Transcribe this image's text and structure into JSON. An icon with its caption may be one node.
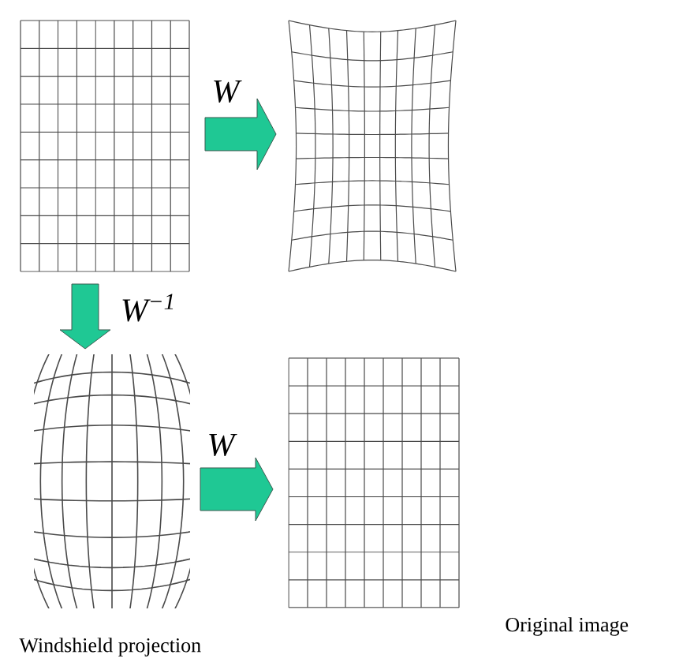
{
  "diagram": {
    "nodes": [
      {
        "text": [],
        "shape": "picture"
      },
      {
        "text": [],
        "shape": "picture"
      },
      {
        "text": [],
        "shape": "picture",
        "beside": [
          "Windshield projection"
        ]
      },
      {
        "text": [],
        "shape": "picture",
        "beside": [
          "Original image"
        ]
      }
    ],
    "edges": [
      {
        "from": 0,
        "to": 1,
        "arrow": "to",
        "label": "W"
      },
      {
        "from": 0,
        "to": 2,
        "arrow": "to",
        "label": "W$^{−1}$"
      },
      {
        "from": 2,
        "to": 3,
        "arrow": "to",
        "label": "W"
      }
    ]
  }
}
